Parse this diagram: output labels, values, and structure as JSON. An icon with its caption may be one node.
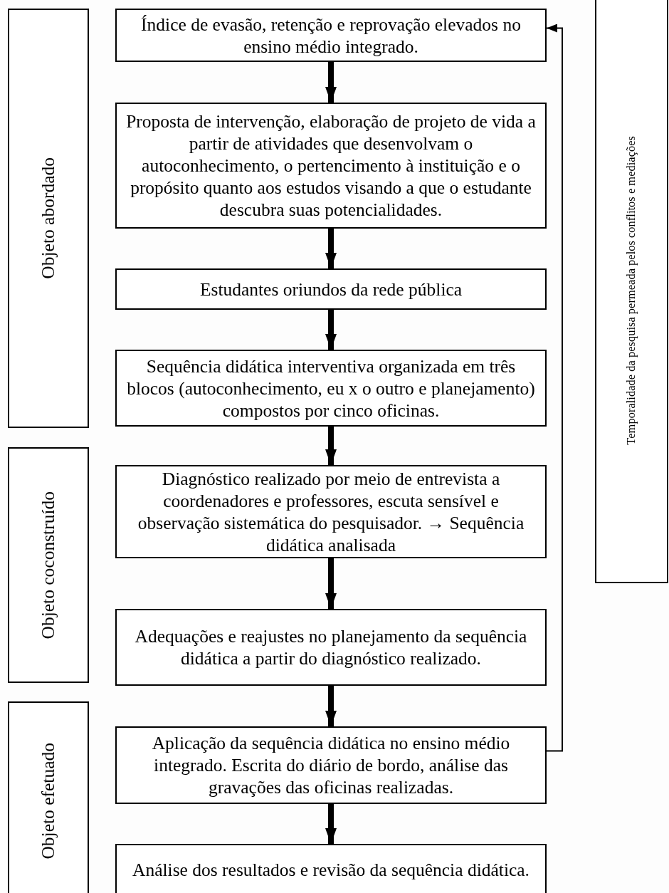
{
  "diagram": {
    "nodes": [
      {
        "text": [
          "Índice de evasão, retenção e reprovação elevados no ensino médio integrado."
        ]
      },
      {
        "text": [
          "Proposta de intervenção, elaboração de projeto de vida a partir de atividades que desenvolvam o autoconhecimento, o pertencimento à instituição e o propósito quanto aos estudos visando a que o estudante descubra suas potencialidades."
        ]
      },
      {
        "text": [
          "Estudantes oriundos da rede pública"
        ]
      },
      {
        "text": [
          "Sequência didática interventiva organizada em três blocos (autoconhecimento, eu x o outro e planejamento) compostos por cinco oficinas."
        ]
      },
      {
        "text": [
          "Diagnóstico realizado por meio de entrevista a coordenadores e professores, escuta sensível e observação sistemática do pesquisador. → Sequência didática analisada"
        ]
      },
      {
        "text": [
          "Adequações e reajustes no planejamento da sequência didática a partir do diagnóstico realizado."
        ]
      },
      {
        "text": [
          "Aplicação da sequência didática no ensino médio integrado. Escrita do diário de bordo, análise das gravações das oficinas realizadas."
        ]
      },
      {
        "text": [
          "Análise dos resultados e revisão da sequência didática."
        ]
      },
      {
        "text": [
          "Objeto abordado"
        ]
      },
      {
        "text": [
          "Objeto coconstruído"
        ]
      },
      {
        "text": [
          "Objeto efetuado"
        ]
      },
      {
        "text": [
          "Temporalidade da pesquisa permeada pelos conflitos e mediações"
        ]
      }
    ],
    "edges": [
      {
        "from": 0,
        "to": 1,
        "arrow": "to"
      },
      {
        "from": 1,
        "to": 2,
        "arrow": "to"
      },
      {
        "from": 2,
        "to": 3,
        "arrow": "to"
      },
      {
        "from": 3,
        "to": 4,
        "arrow": "to"
      },
      {
        "from": 4,
        "to": 5,
        "arrow": "to"
      },
      {
        "from": 5,
        "to": 6,
        "arrow": "to"
      },
      {
        "from": 6,
        "to": 7,
        "arrow": "to"
      },
      {
        "from": 6,
        "to": 0,
        "arrow": "to"
      }
    ]
  }
}
